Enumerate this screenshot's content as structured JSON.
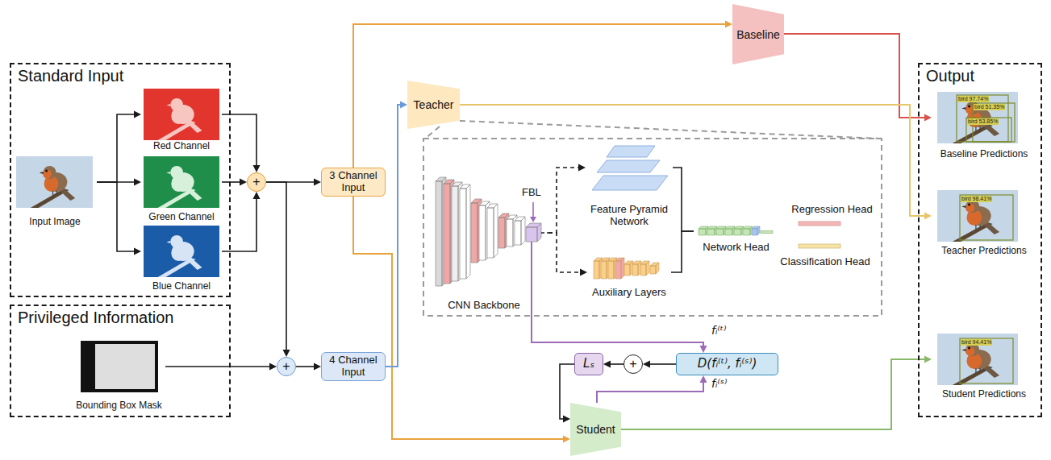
{
  "diagram": {
    "nodes": [
      {
        "text": [
          "Standard Input"
        ]
      },
      {
        "text": [
          "Input Image"
        ],
        "in": 0
      },
      {
        "text": [
          "Red Channel"
        ],
        "in": 0
      },
      {
        "text": [
          "Green Channel"
        ],
        "in": 0
      },
      {
        "text": [
          "Blue Channel"
        ],
        "in": 0
      },
      {
        "text": [
          "+"
        ]
      },
      {
        "text": [
          "3 Channel Input"
        ]
      },
      {
        "text": [
          "Privileged Information"
        ]
      },
      {
        "text": [
          "Bounding Box Mask"
        ],
        "in": 7
      },
      {
        "text": [
          "+"
        ]
      },
      {
        "text": [
          "4 Channel Input"
        ]
      },
      {
        "text": [
          "Baseline"
        ]
      },
      {
        "text": [
          "Teacher"
        ]
      },
      {
        "text": [
          "CNN Backbone"
        ]
      },
      {
        "text": [
          "Feature Pyramid Network"
        ]
      },
      {
        "text": [
          "Auxiliary Layers"
        ]
      },
      {
        "text": [
          "Network Head"
        ]
      },
      {
        "text": [
          "Regression Head"
        ]
      },
      {
        "text": [
          "Classification Head"
        ]
      },
      {
        "text": [
          "Lₛ"
        ]
      },
      {
        "text": [
          "+"
        ]
      },
      {
        "text": [
          "D(fᵢ⁽ᵗ⁾, fᵢ⁽ˢ⁾)"
        ]
      },
      {
        "text": [
          "Student"
        ]
      },
      {
        "text": [
          "Output"
        ]
      },
      {
        "text": [
          "Baseline Predictions"
        ],
        "in": 23
      },
      {
        "text": [
          "Teacher Predictions"
        ],
        "in": 23
      },
      {
        "text": [
          "Student Predictions"
        ],
        "in": 23
      }
    ],
    "edges": [
      {
        "from": 1,
        "to": 2,
        "arrow": "to"
      },
      {
        "from": 1,
        "to": 3,
        "arrow": "to"
      },
      {
        "from": 1,
        "to": 4,
        "arrow": "to"
      },
      {
        "from": 2,
        "to": 5,
        "arrow": "to"
      },
      {
        "from": 3,
        "to": 5,
        "arrow": "to"
      },
      {
        "from": 4,
        "to": 5,
        "arrow": "to"
      },
      {
        "from": 5,
        "to": 6,
        "arrow": "to"
      },
      {
        "from": 5,
        "to": 9,
        "arrow": "to"
      },
      {
        "from": 8,
        "to": 9,
        "arrow": "to"
      },
      {
        "from": 9,
        "to": 10,
        "arrow": "to"
      },
      {
        "from": 6,
        "to": 11,
        "arrow": "to"
      },
      {
        "from": 6,
        "to": 22,
        "arrow": "to"
      },
      {
        "from": 10,
        "to": 12,
        "arrow": "to"
      },
      {
        "from": 11,
        "to": 24,
        "arrow": "to"
      },
      {
        "from": 12,
        "to": 25,
        "arrow": "to"
      },
      {
        "from": 22,
        "to": 26,
        "arrow": "to"
      },
      {
        "from": 13,
        "to": 14,
        "arrow": "to"
      },
      {
        "from": 13,
        "to": 15,
        "arrow": "to"
      },
      {
        "from": 14,
        "to": 16,
        "arrow": "none"
      },
      {
        "from": 15,
        "to": 16,
        "arrow": "none"
      },
      {
        "from": 13,
        "to": 21,
        "label": "fᵢ⁽ᵗ⁾",
        "arrow": "to"
      },
      {
        "from": 22,
        "to": 21,
        "label": "fᵢ⁽ˢ⁾",
        "arrow": "to"
      },
      {
        "from": 21,
        "to": 20,
        "arrow": "to"
      },
      {
        "from": 20,
        "to": 19,
        "arrow": "to"
      },
      {
        "from": 19,
        "to": 22,
        "arrow": "to"
      }
    ],
    "labels": [
      "FBL",
      "bird 97.74%",
      "bird 51.35%",
      "bird 53.85%",
      "bird 98.41%",
      "bird 94.41%"
    ]
  }
}
